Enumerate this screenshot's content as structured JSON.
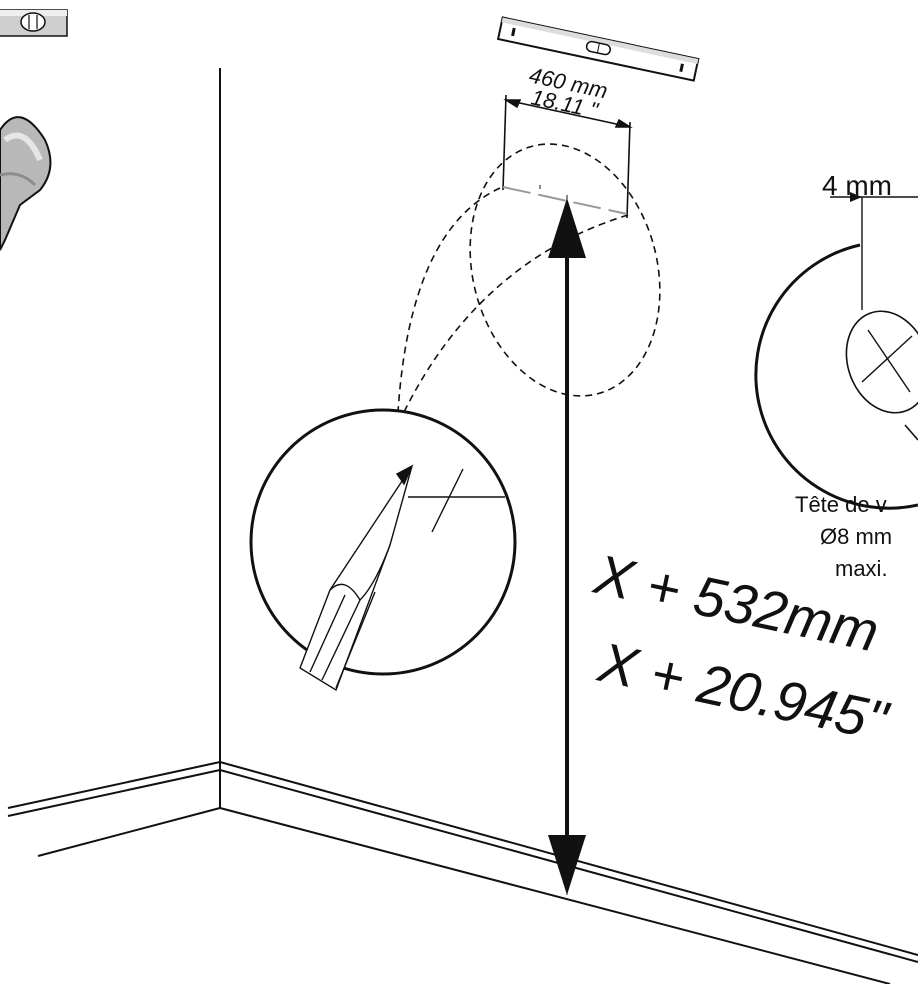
{
  "labels": {
    "level_width_mm": "460 mm",
    "level_width_in": "18.11 \"",
    "height_mm": "X + 532mm",
    "height_in": "X + 20.945\"",
    "screw_offset": "4 mm",
    "screw_head_line1": "Tête de v",
    "screw_head_line2": "Ø8 mm",
    "screw_head_line3": "maxi."
  },
  "colors": {
    "line": "#111111",
    "tool_grey": "#b8b8b8",
    "tool_shadow": "#8c8c8c",
    "paper": "#ffffff"
  },
  "icons": {
    "level_tool": "spirit-level-icon",
    "pencil": "pencil-icon",
    "drill": "drill-icon",
    "screw": "screw-head-icon"
  }
}
